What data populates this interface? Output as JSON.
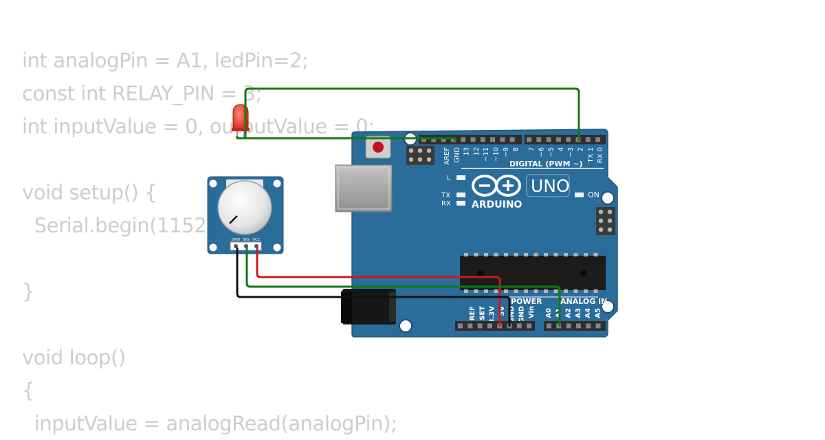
{
  "code_lines": [
    "int analogPin = A1, ledPin=2;",
    "const int RELAY_PIN = 3;",
    "int inputValue = 0, outputValue = 0;",
    "",
    "void setup() {",
    "  Serial.begin(115200);",
    "",
    "}",
    "",
    "void loop()",
    "{",
    "  inputValue = analogRead(analogPin);"
  ],
  "board": {
    "model": "UNO",
    "brand": "ARDUINO",
    "digital_header_label": "DIGITAL (PWM ~)",
    "digital_pins_left": [
      "AREF",
      "GND",
      "13",
      "12",
      "~11",
      "~10",
      "~9",
      "8"
    ],
    "digital_pins_right": [
      "7",
      "~6",
      "~5",
      "4",
      "~3",
      "2",
      "TX 1",
      "RX 0"
    ],
    "power_header_label": "POWER",
    "power_pins": [
      "IOREF",
      "RESET",
      "3.3V",
      "5V",
      "GND",
      "GND",
      "Vin"
    ],
    "analog_header_label": "ANALOG IN",
    "analog_pins": [
      "A0",
      "A1",
      "A2",
      "A3",
      "A4",
      "A5"
    ],
    "led_l": "L",
    "led_tx": "TX",
    "led_rx": "RX",
    "led_on": "ON"
  },
  "potentiometer": {
    "pins": [
      "GND",
      "SIG",
      "VCC"
    ]
  },
  "colors": {
    "board": "#2a6c9a",
    "board_dark": "#245e88",
    "wire_green": "#107a10",
    "wire_red": "#d01818",
    "wire_black": "#111111",
    "led": "#e32d1e",
    "code_text": "#cdcdcd"
  }
}
